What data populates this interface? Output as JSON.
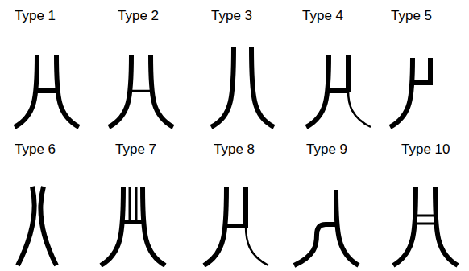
{
  "diagram": {
    "labels": [
      "Type 1",
      "Type 2",
      "Type 3",
      "Type 4",
      "Type 5",
      "Type 6",
      "Type 7",
      "Type 8",
      "Type 9",
      "Type 10"
    ]
  }
}
